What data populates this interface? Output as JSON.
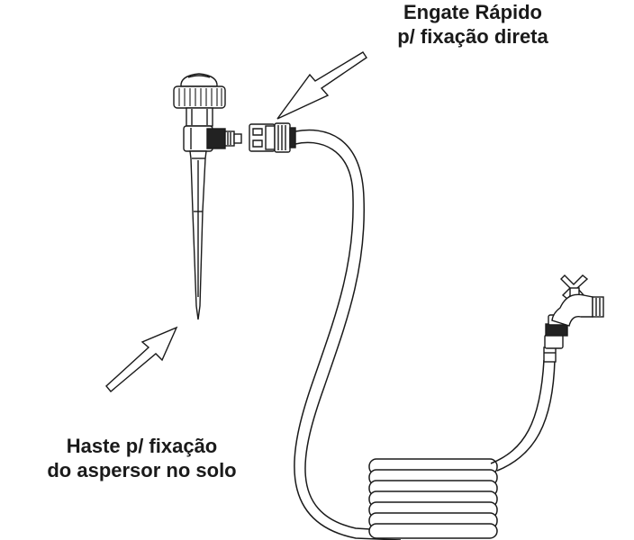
{
  "labels": {
    "quick_coupling": {
      "line1": "Engate Rápido",
      "line2": "p/ fixação direta"
    },
    "stake": {
      "line1": "Haste p/ fixação",
      "line2": "do aspersor no solo"
    }
  },
  "colors": {
    "stroke": "#1a1a1a",
    "background": "#ffffff",
    "dark_part": "#222222"
  },
  "components": [
    "sprinkler",
    "stake",
    "quick-connector",
    "hose",
    "hose-coil",
    "faucet",
    "faucet-adapter",
    "arrow-top",
    "arrow-bottom"
  ]
}
